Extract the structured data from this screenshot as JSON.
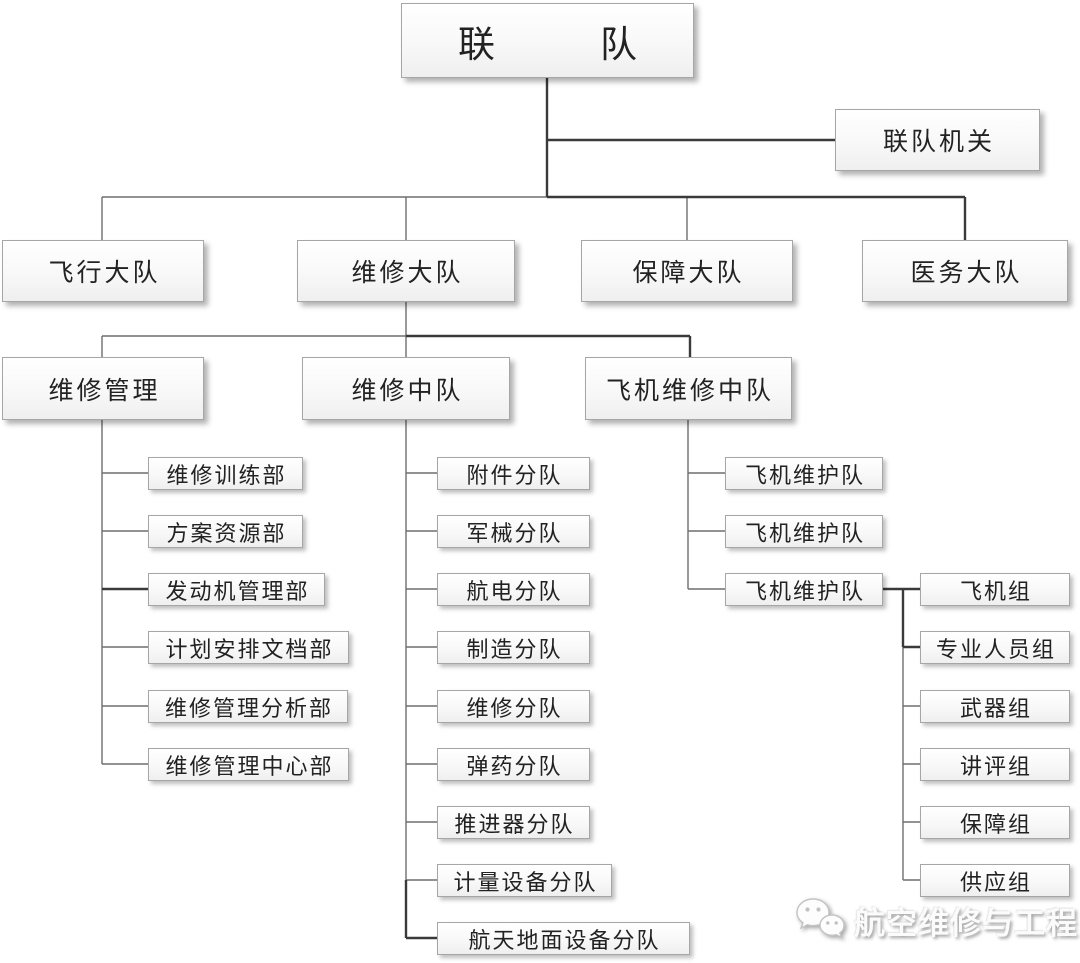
{
  "root_label": "联队",
  "hq_label": "联队机关",
  "level2": [
    "飞行大队",
    "维修大队",
    "保障大队",
    "医务大队"
  ],
  "level3": [
    "维修管理",
    "维修中队",
    "飞机维修中队"
  ],
  "management_depts": [
    "维修训练部",
    "方案资源部",
    "发动机管理部",
    "计划安排文档部",
    "维修管理分析部",
    "维修管理中心部"
  ],
  "squadron_units": [
    "附件分队",
    "军械分队",
    "航电分队",
    "制造分队",
    "维修分队",
    "弹药分队",
    "推进器分队",
    "计量设备分队",
    "航天地面设备分队"
  ],
  "maintenance_teams": [
    "飞机维护队",
    "飞机维护队",
    "飞机维护队"
  ],
  "team_groups": [
    "飞机组",
    "专业人员组",
    "武器组",
    "讲评组",
    "保障组",
    "供应组"
  ],
  "watermark": {
    "text": "航空维修与工程",
    "icon": "wechat-logo"
  },
  "colors": {
    "line_thin": "#6e6e6e",
    "line_thick": "#3a3a3a",
    "box_border": "#a6a6a6",
    "box_background": "#f5f5f5",
    "text": "#222222"
  }
}
